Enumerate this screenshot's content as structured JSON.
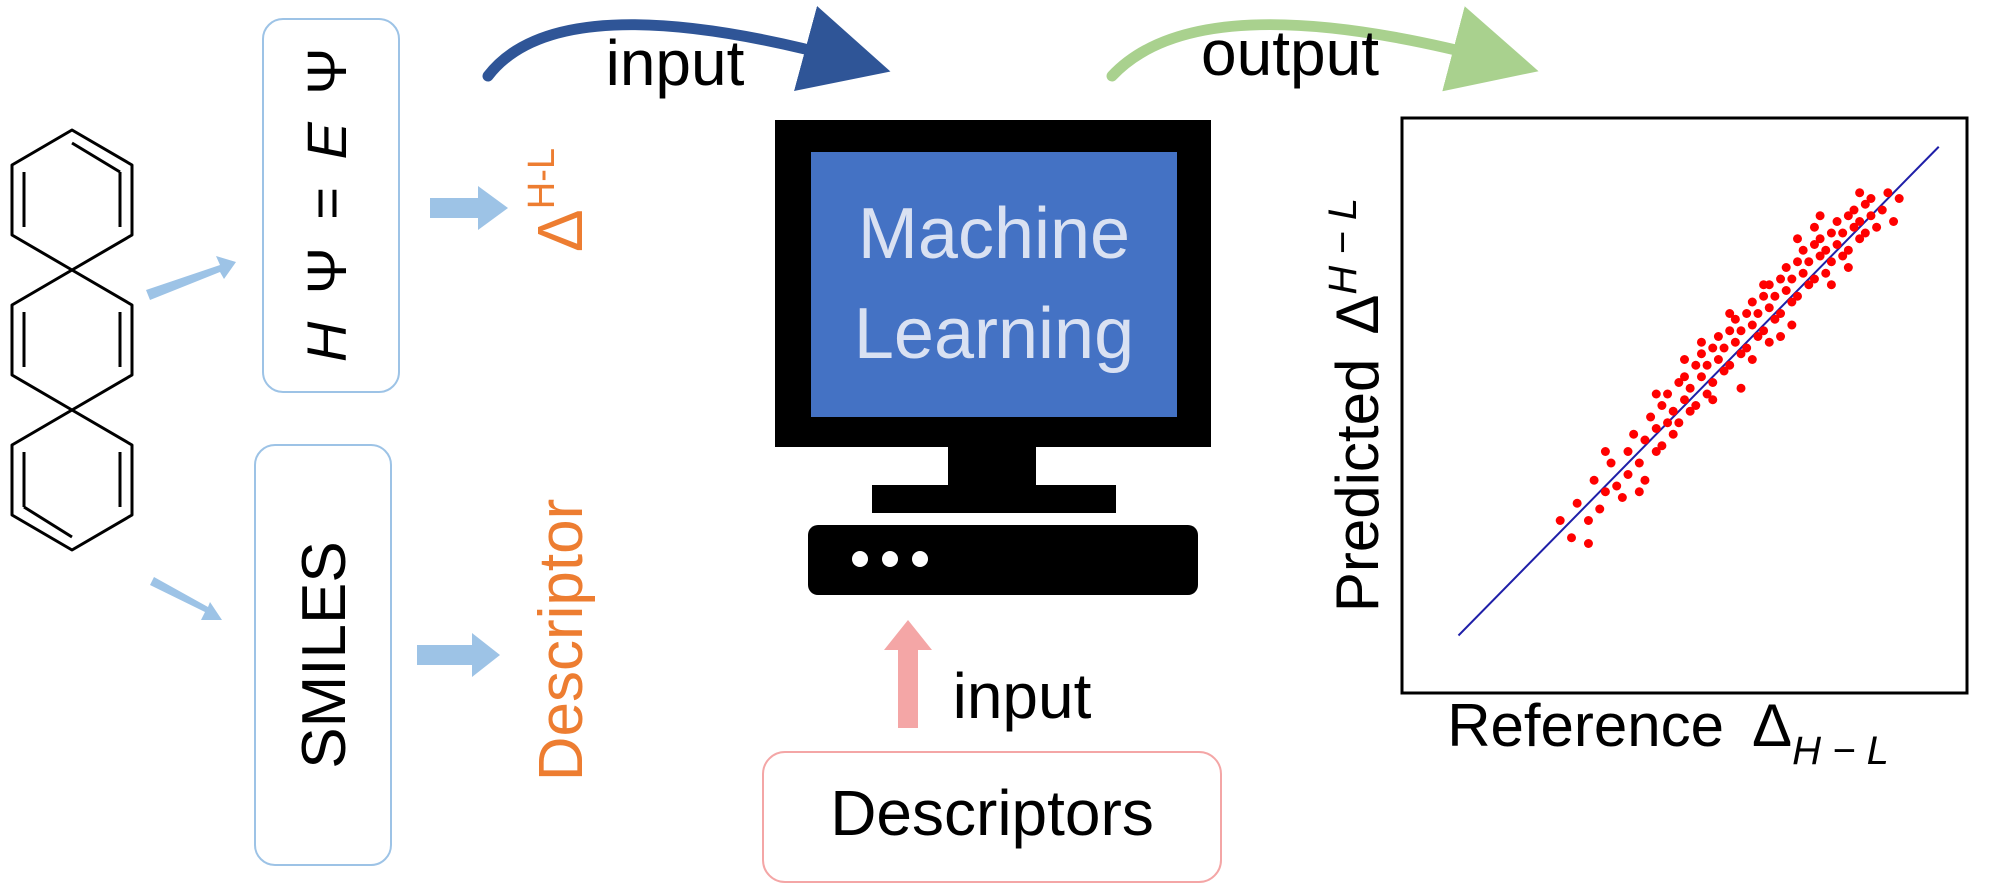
{
  "labels": {
    "schrodinger": {
      "H": "H",
      "psi1": "Ψ",
      "eq": "=",
      "E": "E",
      "psi2": "Ψ"
    },
    "gap": {
      "delta": "Δ",
      "sub": "H-L"
    },
    "smiles": "SMILES",
    "descriptor": "Descriptor",
    "input_top": "input",
    "output_top": "output",
    "ml_line1": "Machine",
    "ml_line2": "Learning",
    "input_bottom": "input",
    "descriptors": "Descriptors",
    "ylabel": {
      "word": "Predicted",
      "delta": "Δ",
      "sub": "H − L"
    },
    "xlabel": {
      "word": "Reference",
      "delta": "Δ",
      "sub": "H − L"
    }
  },
  "colors": {
    "light_blue_arrow": "#9DC3E6",
    "box_border": "#9DC3E6",
    "orange": "#ED7D31",
    "dark_blue_arrow": "#2F5597",
    "green_arrow": "#A9D18E",
    "pink": "#F4A6A6",
    "screen": "#4472C4",
    "screen_text": "#D9E1F2",
    "monitor": "#000000",
    "points": "#FF0000",
    "line": "#1F1FA8"
  },
  "chart_data": {
    "type": "scatter",
    "xlabel": "Reference Δ H − L",
    "ylabel": "Predicted Δ H − L",
    "xlim": [
      0,
      1
    ],
    "ylim": [
      0,
      1
    ],
    "diagonal": [
      [
        0.1,
        0.1
      ],
      [
        0.95,
        0.95
      ]
    ],
    "points": [
      [
        0.28,
        0.3
      ],
      [
        0.3,
        0.27
      ],
      [
        0.31,
        0.33
      ],
      [
        0.33,
        0.3
      ],
      [
        0.34,
        0.37
      ],
      [
        0.35,
        0.32
      ],
      [
        0.36,
        0.35
      ],
      [
        0.37,
        0.4
      ],
      [
        0.38,
        0.36
      ],
      [
        0.39,
        0.34
      ],
      [
        0.4,
        0.42
      ],
      [
        0.4,
        0.38
      ],
      [
        0.41,
        0.45
      ],
      [
        0.42,
        0.4
      ],
      [
        0.43,
        0.37
      ],
      [
        0.43,
        0.44
      ],
      [
        0.44,
        0.48
      ],
      [
        0.45,
        0.42
      ],
      [
        0.45,
        0.46
      ],
      [
        0.46,
        0.5
      ],
      [
        0.46,
        0.43
      ],
      [
        0.47,
        0.47
      ],
      [
        0.47,
        0.52
      ],
      [
        0.48,
        0.45
      ],
      [
        0.48,
        0.49
      ],
      [
        0.49,
        0.54
      ],
      [
        0.49,
        0.47
      ],
      [
        0.5,
        0.51
      ],
      [
        0.5,
        0.55
      ],
      [
        0.51,
        0.49
      ],
      [
        0.51,
        0.53
      ],
      [
        0.52,
        0.57
      ],
      [
        0.52,
        0.5
      ],
      [
        0.53,
        0.55
      ],
      [
        0.53,
        0.59
      ],
      [
        0.54,
        0.52
      ],
      [
        0.54,
        0.57
      ],
      [
        0.55,
        0.6
      ],
      [
        0.55,
        0.54
      ],
      [
        0.56,
        0.58
      ],
      [
        0.56,
        0.62
      ],
      [
        0.57,
        0.56
      ],
      [
        0.57,
        0.6
      ],
      [
        0.58,
        0.63
      ],
      [
        0.58,
        0.57
      ],
      [
        0.59,
        0.61
      ],
      [
        0.59,
        0.65
      ],
      [
        0.6,
        0.59
      ],
      [
        0.6,
        0.63
      ],
      [
        0.61,
        0.66
      ],
      [
        0.61,
        0.6
      ],
      [
        0.62,
        0.64
      ],
      [
        0.62,
        0.68
      ],
      [
        0.63,
        0.62
      ],
      [
        0.63,
        0.66
      ],
      [
        0.64,
        0.69
      ],
      [
        0.64,
        0.63
      ],
      [
        0.65,
        0.67
      ],
      [
        0.65,
        0.71
      ],
      [
        0.66,
        0.65
      ],
      [
        0.66,
        0.69
      ],
      [
        0.67,
        0.72
      ],
      [
        0.67,
        0.66
      ],
      [
        0.68,
        0.7
      ],
      [
        0.68,
        0.74
      ],
      [
        0.69,
        0.68
      ],
      [
        0.69,
        0.72
      ],
      [
        0.7,
        0.75
      ],
      [
        0.7,
        0.69
      ],
      [
        0.71,
        0.73
      ],
      [
        0.71,
        0.77
      ],
      [
        0.72,
        0.71
      ],
      [
        0.72,
        0.75
      ],
      [
        0.73,
        0.78
      ],
      [
        0.73,
        0.72
      ],
      [
        0.74,
        0.76
      ],
      [
        0.74,
        0.79
      ],
      [
        0.75,
        0.73
      ],
      [
        0.75,
        0.77
      ],
      [
        0.76,
        0.8
      ],
      [
        0.76,
        0.75
      ],
      [
        0.77,
        0.78
      ],
      [
        0.77,
        0.82
      ],
      [
        0.78,
        0.76
      ],
      [
        0.78,
        0.8
      ],
      [
        0.79,
        0.83
      ],
      [
        0.79,
        0.77
      ],
      [
        0.8,
        0.81
      ],
      [
        0.8,
        0.84
      ],
      [
        0.81,
        0.79
      ],
      [
        0.81,
        0.82
      ],
      [
        0.82,
        0.85
      ],
      [
        0.82,
        0.8
      ],
      [
        0.83,
        0.83
      ],
      [
        0.83,
        0.86
      ],
      [
        0.84,
        0.81
      ],
      [
        0.85,
        0.84
      ],
      [
        0.86,
        0.87
      ],
      [
        0.87,
        0.82
      ],
      [
        0.88,
        0.86
      ],
      [
        0.64,
        0.71
      ],
      [
        0.62,
        0.58
      ],
      [
        0.7,
        0.79
      ],
      [
        0.58,
        0.66
      ],
      [
        0.67,
        0.62
      ],
      [
        0.73,
        0.81
      ],
      [
        0.79,
        0.74
      ],
      [
        0.55,
        0.51
      ],
      [
        0.5,
        0.58
      ],
      [
        0.45,
        0.52
      ],
      [
        0.42,
        0.35
      ],
      [
        0.36,
        0.42
      ],
      [
        0.33,
        0.26
      ],
      [
        0.76,
        0.71
      ],
      [
        0.81,
        0.87
      ],
      [
        0.6,
        0.53
      ],
      [
        0.53,
        0.61
      ],
      [
        0.69,
        0.64
      ],
      [
        0.74,
        0.83
      ],
      [
        0.65,
        0.61
      ]
    ]
  }
}
